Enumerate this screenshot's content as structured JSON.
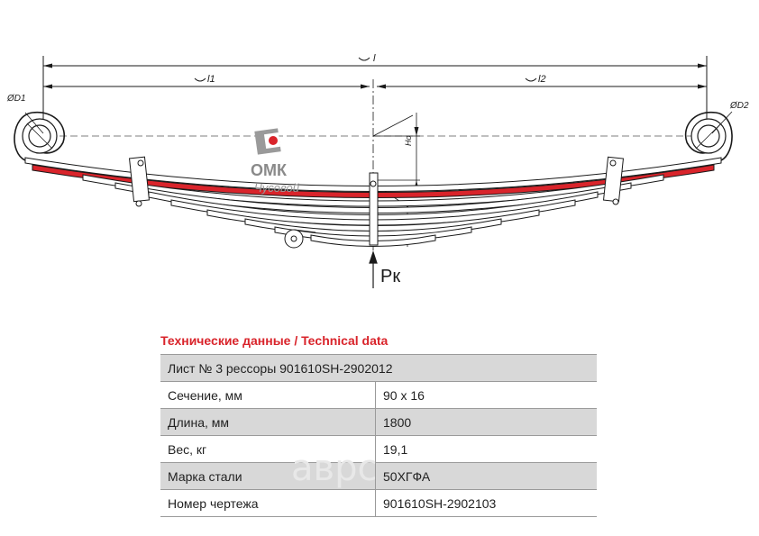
{
  "drawing": {
    "dim_total": "l",
    "dim_left": "l1",
    "dim_right": "l2",
    "eye_left": "ØD1",
    "eye_right": "ØD2",
    "height_ho": "Ho",
    "height_h": "H",
    "force_label": "Pк",
    "brand_name": "ОМК",
    "brand_sub": "Чусовой",
    "colors": {
      "highlight_leaf": "#d9242b",
      "line": "#1a1a1a",
      "brand": "#8a8a8a"
    }
  },
  "technical_data": {
    "title": "Технические данные / Technical data",
    "header": "Лист № 3 рессоры 901610SH-2902012",
    "rows": [
      {
        "label": "Сечение, мм",
        "value": "90 x 16"
      },
      {
        "label": "Длина, мм",
        "value": "1800"
      },
      {
        "label": "Вес, кг",
        "value": "19,1"
      },
      {
        "label": "Марка стали",
        "value": "50ХГФА"
      },
      {
        "label": "Номер чертежа",
        "value": "901610SH-2902103"
      }
    ]
  },
  "watermark": "aвpс"
}
